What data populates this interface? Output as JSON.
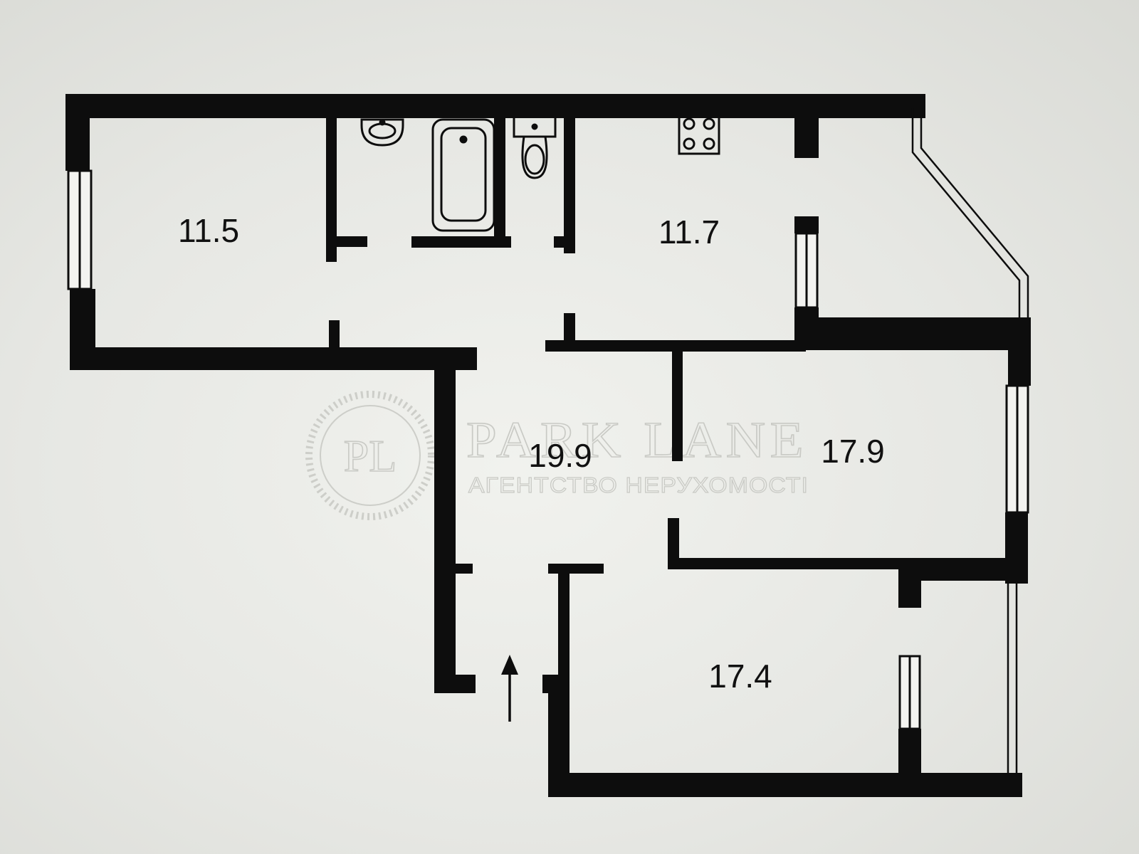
{
  "rooms": [
    {
      "id": "room-a",
      "area": "11.5"
    },
    {
      "id": "kitchen",
      "area": "11.7"
    },
    {
      "id": "hall",
      "area": "19.9"
    },
    {
      "id": "room-b",
      "area": "17.9"
    },
    {
      "id": "room-c",
      "area": "17.4"
    }
  ],
  "watermark": {
    "monogram": "PL",
    "brand": "PARK LANE",
    "subtitle": "АГЕНТСТВО НЕРУХОМОСТІ"
  },
  "colors": {
    "wall": "#0d0d0d",
    "background": "#ecede9",
    "watermark": "#c9cac5"
  },
  "icons": [
    "sink-icon",
    "bathtub-icon",
    "toilet-icon",
    "stove-icon",
    "entrance-arrow-icon"
  ]
}
